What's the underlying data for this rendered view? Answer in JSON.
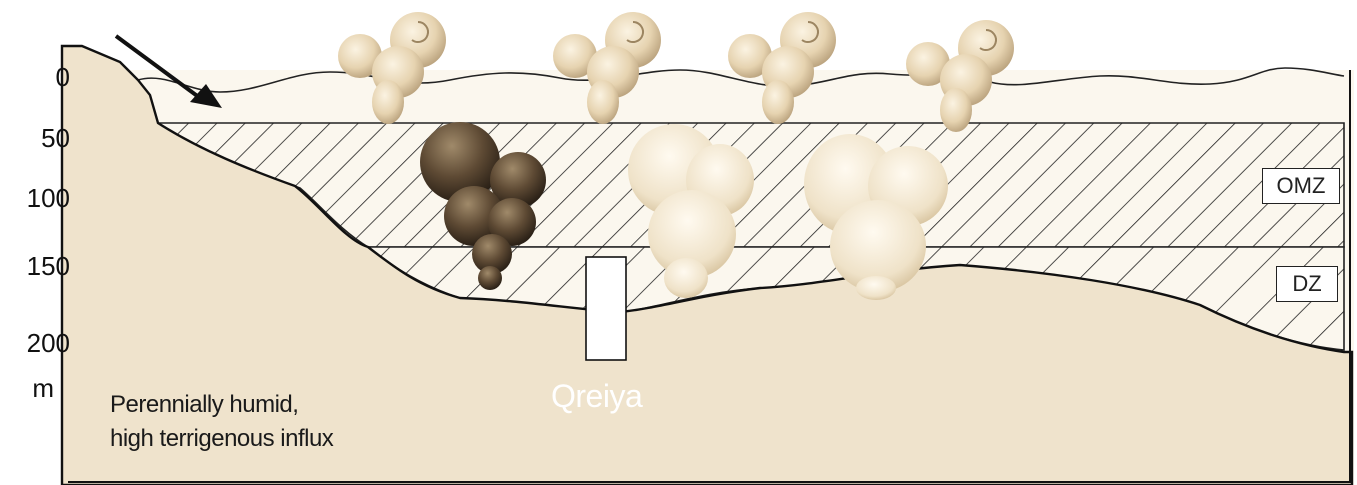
{
  "depth_axis": {
    "ticks": [
      "0",
      "50",
      "100",
      "150",
      "200"
    ],
    "unit": "m"
  },
  "zones": {
    "omz_label": "OMZ",
    "dz_label": "DZ"
  },
  "site": {
    "label": "Qreiya"
  },
  "caption": {
    "line1": "Perennially humid,",
    "line2": "high terrigenous influx"
  },
  "colors": {
    "sediment": "#efe3cc",
    "water": "#fbf7ee",
    "hatch": "#222222",
    "foram_light": "#e8d7b8",
    "foram_dark": "#4a3a28"
  },
  "icons": [
    "arrow-icon",
    "foraminifera-icon"
  ]
}
